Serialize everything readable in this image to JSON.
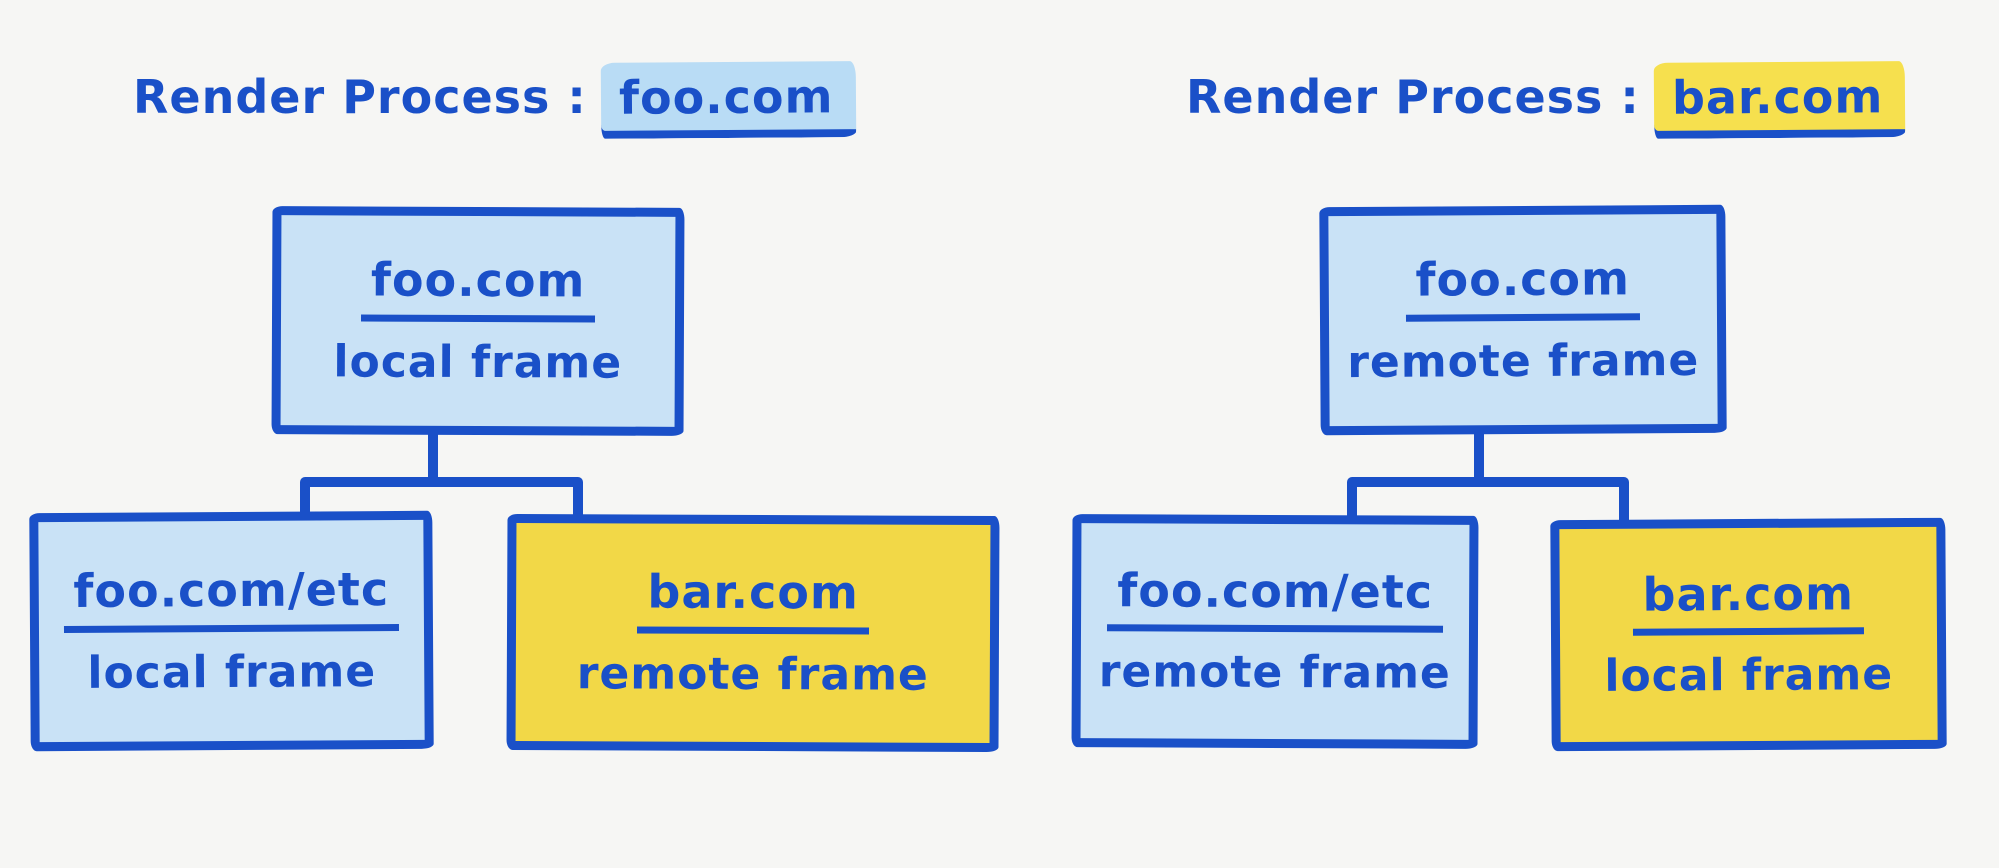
{
  "colors": {
    "ink": "#1a50c8",
    "canvas_bg": "#f6f6f4",
    "blue_fill": "#c9e2f6",
    "yellow_fill": "#f2d847",
    "blue_highlight": "#b9dcf5",
    "yellow_highlight": "#f6e04e"
  },
  "diagrams": [
    {
      "title_prefix": "Render Process :",
      "title_domain": "foo.com",
      "highlight_color": "blue",
      "root": {
        "domain": "foo.com",
        "frame": "local frame",
        "fill": "blue"
      },
      "children": [
        {
          "domain": "foo.com/etc",
          "frame": "local frame",
          "fill": "blue"
        },
        {
          "domain": "bar.com",
          "frame": "remote frame",
          "fill": "yellow"
        }
      ]
    },
    {
      "title_prefix": "Render Process :",
      "title_domain": "bar.com",
      "highlight_color": "yellow",
      "root": {
        "domain": "foo.com",
        "frame": "remote frame",
        "fill": "blue"
      },
      "children": [
        {
          "domain": "foo.com/etc",
          "frame": "remote frame",
          "fill": "blue"
        },
        {
          "domain": "bar.com",
          "frame": "local frame",
          "fill": "yellow"
        }
      ]
    }
  ]
}
